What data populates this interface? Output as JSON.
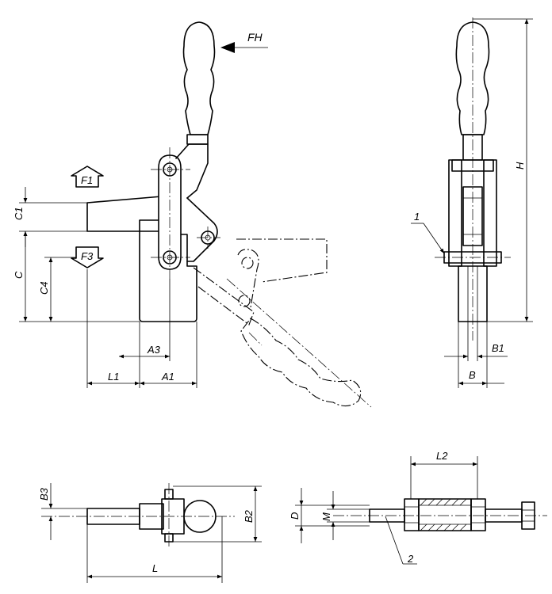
{
  "labels": {
    "fh": "FH",
    "f1": "F1",
    "f3": "F3",
    "c1": "C1",
    "c": "C",
    "c4": "C4",
    "a3": "A3",
    "a1": "A1",
    "l1": "L1",
    "h": "H",
    "b1": "B1",
    "b": "B",
    "item1": "1",
    "b3": "B3",
    "b2": "B2",
    "l": "L",
    "d": "D",
    "m": "M",
    "l2": "L2",
    "item2": "2"
  },
  "colors": {
    "line": "#000000",
    "background": "#ffffff"
  }
}
